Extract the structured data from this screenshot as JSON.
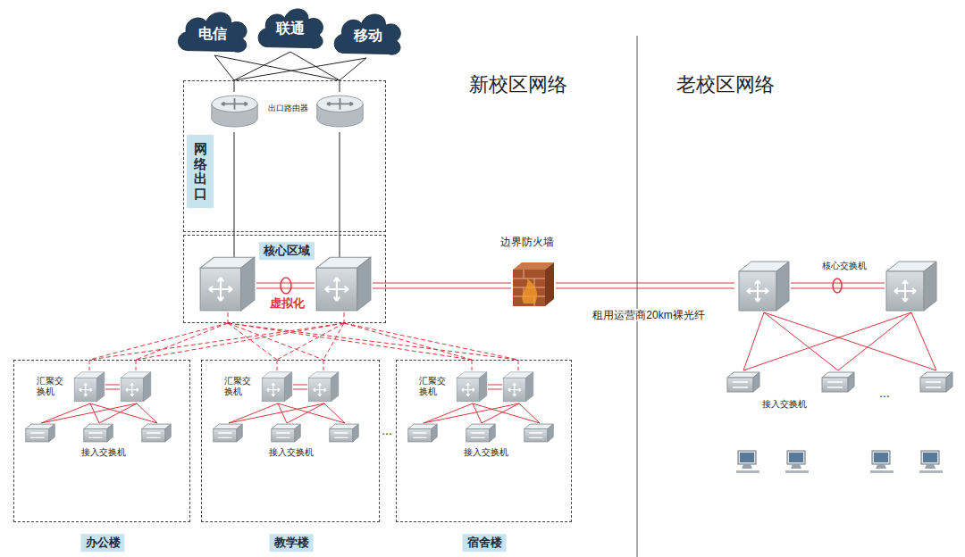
{
  "diagram": {
    "nodes": [
      {
        "text": [
          "电信"
        ]
      },
      {
        "text": [
          "联通"
        ]
      },
      {
        "text": [
          "移动"
        ]
      },
      {
        "text": [
          "出口路由器"
        ]
      },
      {
        "text": [
          "网络出口"
        ],
        "in": 3
      },
      {
        "text": [
          "核心区域",
          "虚拟化"
        ]
      },
      {
        "text": [
          "边界防火墙"
        ]
      },
      {
        "text": [
          "核心交换机"
        ]
      },
      {
        "text": [
          "接入交换机"
        ]
      },
      {
        "text": [
          "办公楼"
        ]
      },
      {
        "text": [
          "汇聚交换机"
        ],
        "in": 9
      },
      {
        "text": [
          "接入交换机"
        ],
        "in": 9
      },
      {
        "text": [
          "教学楼"
        ]
      },
      {
        "text": [
          "汇聚交换机"
        ],
        "in": 12
      },
      {
        "text": [
          "接入交换机"
        ],
        "in": 12
      },
      {
        "text": [
          "宿舍楼"
        ]
      },
      {
        "text": [
          "汇聚交换机"
        ],
        "in": 15
      },
      {
        "text": [
          "接入交换机"
        ],
        "in": 15
      }
    ],
    "edges": [
      {
        "from": 0,
        "to": 3,
        "arrow": "none"
      },
      {
        "from": 1,
        "to": 3,
        "arrow": "none"
      },
      {
        "from": 2,
        "to": 3,
        "arrow": "none"
      },
      {
        "from": 3,
        "to": 5,
        "arrow": "none"
      },
      {
        "from": 5,
        "to": 6,
        "arrow": "none"
      },
      {
        "from": 6,
        "to": 7,
        "label": "租用运营商20km裸光纤",
        "arrow": "none"
      },
      {
        "from": 5,
        "to": 9,
        "arrow": "none"
      },
      {
        "from": 5,
        "to": 12,
        "arrow": "none"
      },
      {
        "from": 5,
        "to": 15,
        "arrow": "none"
      },
      {
        "from": 10,
        "to": 11,
        "arrow": "none"
      },
      {
        "from": 13,
        "to": 14,
        "arrow": "none"
      },
      {
        "from": 16,
        "to": 17,
        "arrow": "none"
      },
      {
        "from": 7,
        "to": 8,
        "arrow": "none"
      }
    ],
    "labels": [
      "新校区网络",
      "老校区网络",
      "...",
      "..."
    ]
  }
}
